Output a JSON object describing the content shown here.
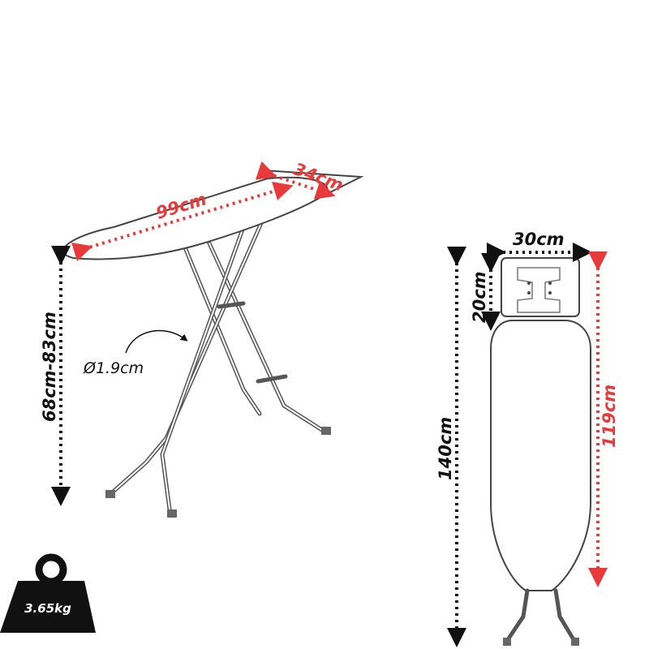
{
  "side_view": {
    "board_length": "99cm",
    "rest_width": "34cm",
    "height_range": "68cm-83cm",
    "tube_diameter": "Ø1.9cm"
  },
  "top_view": {
    "rest_width": "30cm",
    "rest_depth": "20cm",
    "total_length": "140cm",
    "board_length": "119cm"
  },
  "weight": {
    "label": "3.65kg"
  },
  "colors": {
    "accent_red": "#e83a3a",
    "dimension_black": "#111111"
  }
}
